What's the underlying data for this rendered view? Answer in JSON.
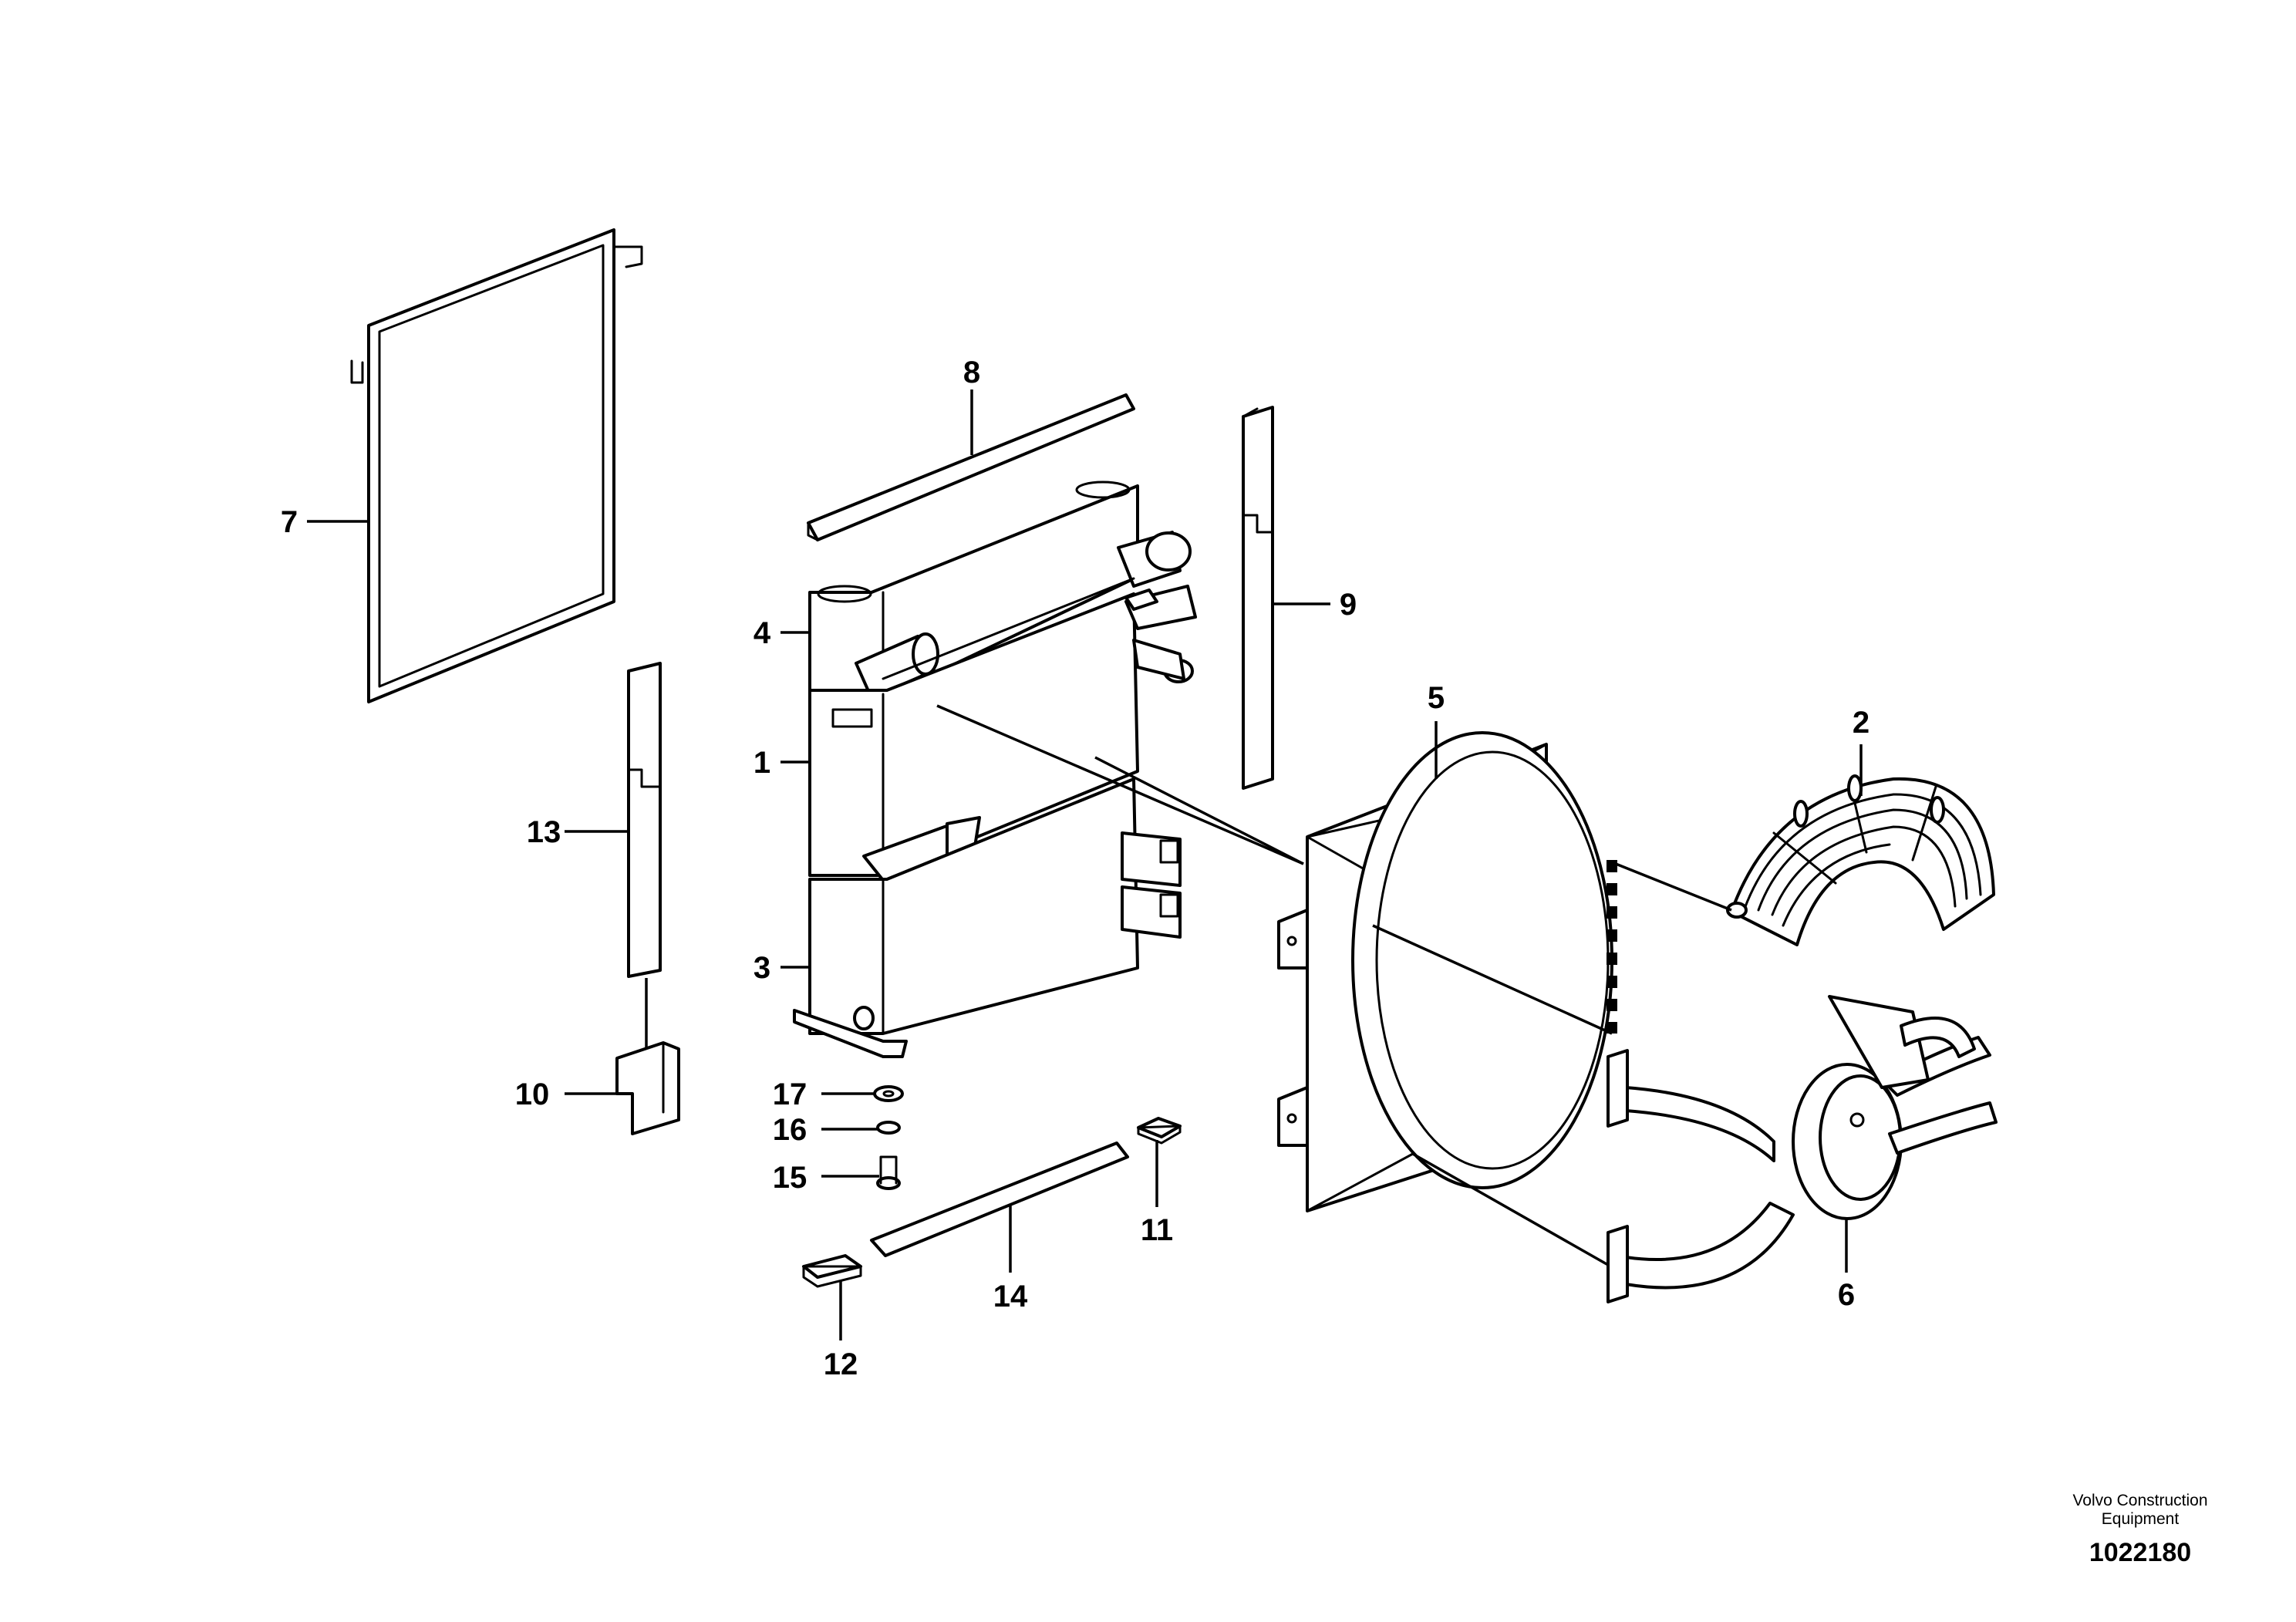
{
  "callouts": {
    "c1": "1",
    "c2": "2",
    "c3": "3",
    "c4": "4",
    "c5": "5",
    "c6": "6",
    "c7": "7",
    "c8": "8",
    "c9": "9",
    "c10": "10",
    "c11": "11",
    "c12": "12",
    "c13": "13",
    "c14": "14",
    "c15": "15",
    "c16": "16",
    "c17": "17"
  },
  "credit": {
    "line1": "Volvo Construction",
    "line2": "Equipment"
  },
  "document_number": "1022180",
  "colors": {
    "line": "#000000",
    "background": "#ffffff"
  }
}
